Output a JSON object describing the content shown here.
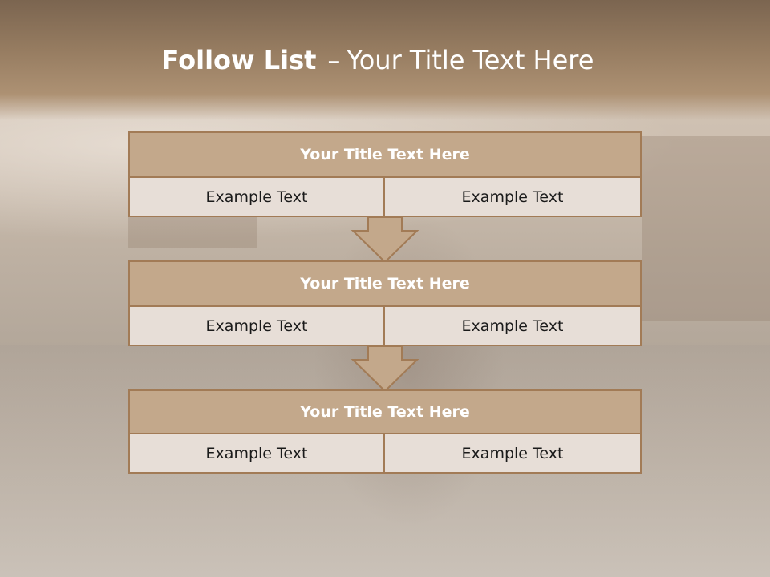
{
  "slide": {
    "title_bold": "Follow List",
    "title_dash": "–",
    "title_rest": "Your Title Text Here"
  },
  "blocks": [
    {
      "title": "Your Title Text Here",
      "left": "Example Text",
      "right": "Example Text"
    },
    {
      "title": "Your Title Text Here",
      "left": "Example Text",
      "right": "Example Text"
    },
    {
      "title": "Your Title Text Here",
      "left": "Example Text",
      "right": "Example Text"
    }
  ],
  "colors": {
    "header_fill": "#c3a88b",
    "border": "#a27b56",
    "cell_fill": "#e7ded7",
    "arrow_fill": "#c3a88b"
  }
}
